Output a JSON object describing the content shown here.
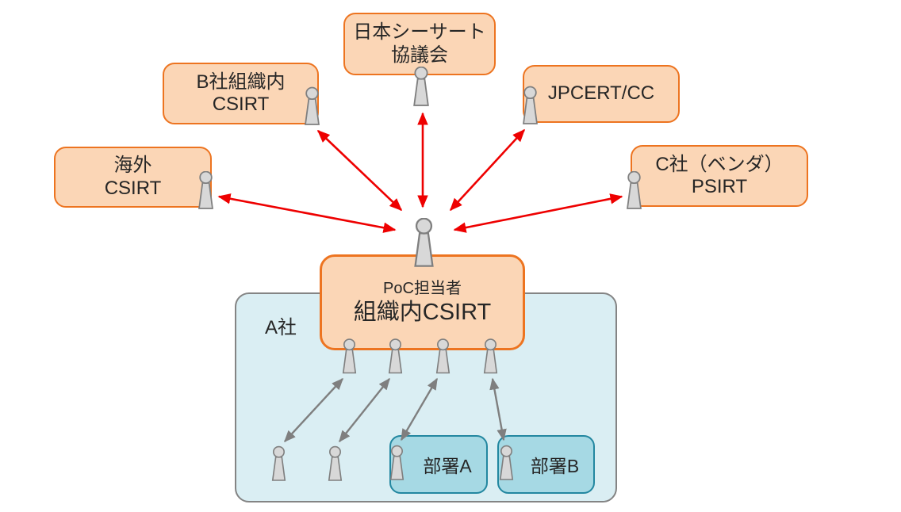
{
  "colors": {
    "external_border": "#ED7420",
    "external_fill": "#FBD6B6",
    "poc_border": "#ED7420",
    "poc_fill": "#FBD6B6",
    "company_border": "#848484",
    "company_fill": "#DAEEF3",
    "department_border": "#2387A0",
    "department_fill": "#A6D9E4",
    "external_arrow": "#EE0000",
    "internal_arrow": "#7F7F7F",
    "person_fill": "#D8D8D8",
    "person_border": "#7F7F7F",
    "text": "#262626"
  },
  "nodes": {
    "japan_council": {
      "line1": "日本シーサート",
      "line2": "協議会"
    },
    "b_company": {
      "line1": "B社組織内",
      "line2": "CSIRT"
    },
    "jpcert": {
      "line1": "JPCERT/CC"
    },
    "overseas": {
      "line1": "海外",
      "line2": "CSIRT"
    },
    "c_company": {
      "line1": "C社（ベンダ）",
      "line2": "PSIRT"
    }
  },
  "central": {
    "role": "PoC担当者",
    "name": "組織内CSIRT"
  },
  "company": {
    "label": "A社"
  },
  "departments": {
    "a": {
      "label": "部署A"
    },
    "b": {
      "label": "部署B"
    }
  }
}
